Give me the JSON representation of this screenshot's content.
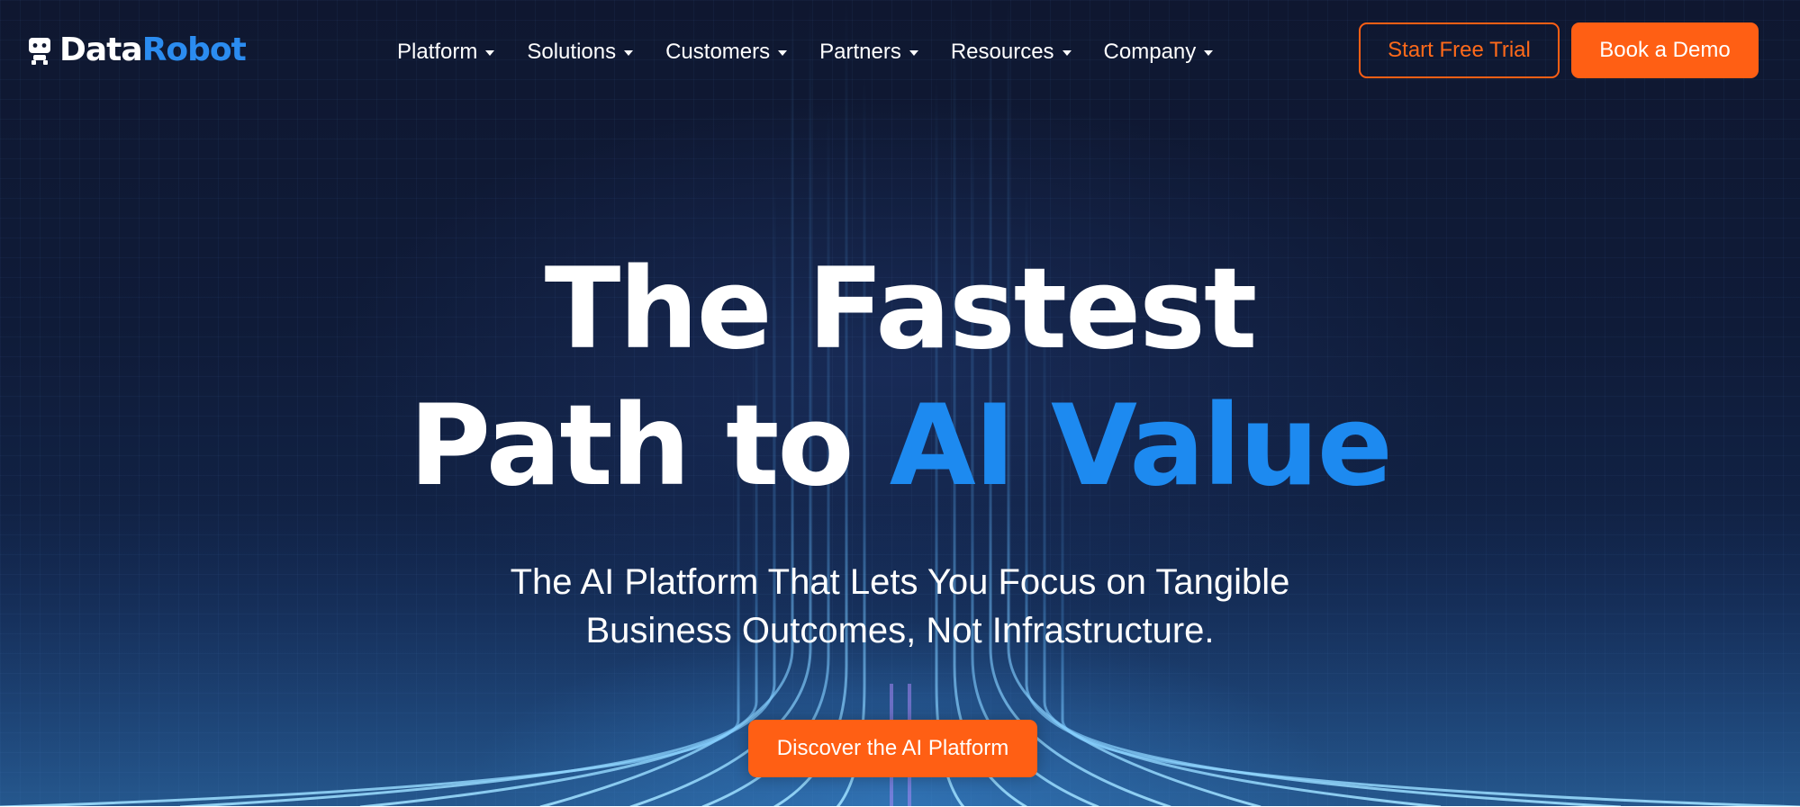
{
  "header": {
    "logo": {
      "text_part1": "Data",
      "text_part2": "Robot",
      "icon": "robot-icon"
    },
    "nav": [
      {
        "label": "Platform",
        "icon": "chevron-down-icon"
      },
      {
        "label": "Solutions",
        "icon": "chevron-down-icon"
      },
      {
        "label": "Customers",
        "icon": "chevron-down-icon"
      },
      {
        "label": "Partners",
        "icon": "chevron-down-icon"
      },
      {
        "label": "Resources",
        "icon": "chevron-down-icon"
      },
      {
        "label": "Company",
        "icon": "chevron-down-icon"
      }
    ],
    "cta_trial": "Start Free Trial",
    "cta_demo": "Book a Demo"
  },
  "hero": {
    "headline_line1": "The Fastest",
    "headline_line2_plain": "Path to ",
    "headline_line2_accent": "AI Value",
    "subhead_line1": "The AI Platform That Lets You Focus on Tangible",
    "subhead_line2": "Business Outcomes, Not Infrastructure.",
    "cta": "Discover the AI Platform"
  },
  "colors": {
    "accent_blue": "#1d8af0",
    "accent_orange": "#ff5f14",
    "background_dark": "#0f1730"
  }
}
